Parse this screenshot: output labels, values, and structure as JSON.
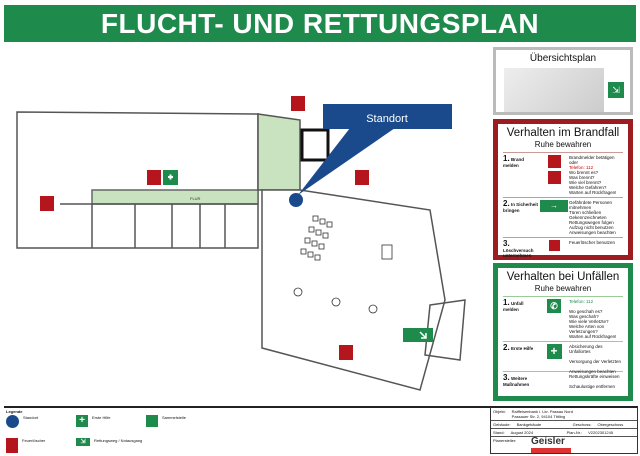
{
  "title": "FLUCHT- UND RETTUNGSPLAN",
  "overview": {
    "title": "Übersichtsplan"
  },
  "standort_label": "Standort",
  "room_label_flur": "FLUR",
  "brandfall": {
    "title": "Verhalten im Brandfall",
    "subtitle": "Ruhe bewahren",
    "steps": [
      {
        "num": "1.",
        "label": "Brand melden",
        "lines": [
          "Brandmelder betätigen oder",
          "Telefon: 112",
          "Wo brennt es?",
          "Was brennt?",
          "Wie viel brennt?",
          "Welche Gefahren?",
          "Warten auf Rückfragen!"
        ]
      },
      {
        "num": "2.",
        "label": "In Sicherheit bringen",
        "lines": [
          "Gefährdete Personen mitnehmen",
          "Türen schließen",
          "Gekennzeichneten Rettungswegen folgen",
          "Aufzug nicht benutzen",
          "Anweisungen beachten"
        ]
      },
      {
        "num": "3.",
        "label": "Löschversuch unternehmen",
        "lines": [
          "Feuerlöscher benutzen"
        ]
      }
    ]
  },
  "unfaelle": {
    "title": "Verhalten bei Unfällen",
    "subtitle": "Ruhe bewahren",
    "steps": [
      {
        "num": "1.",
        "label": "Unfall melden",
        "lines": [
          "Telefon: 112",
          "Wo geschah es?",
          "Was geschah?",
          "Wie viele Verletzte?",
          "Welche Arten von Verletzungen?",
          "Warten auf Rückfragen!"
        ]
      },
      {
        "num": "2.",
        "label": "Erste Hilfe",
        "lines": [
          "Absicherung des Unfallortes",
          "Versorgung der Verletzten",
          "Anweisungen beachten"
        ]
      },
      {
        "num": "3.",
        "label": "Weitere Maßnahmen",
        "lines": [
          "Rettungskräfte einweisen",
          "Schaulustige entfernen"
        ]
      }
    ]
  },
  "legend": {
    "title": "Legende",
    "items": [
      "Standort",
      "Erste Hilfe",
      "Sammelstelle",
      "Feuerlöscher",
      "Rettungsweg / Notausgang"
    ]
  },
  "titleblock": {
    "objekt_label": "Objekt:",
    "objekt": "Raiffeisenbank i. Lkr. Passau Nord",
    "objekt2": "Passauer Str. 2, 94104 Tittling",
    "gebaeude_label": "Gebäude:",
    "gebaeude": "Bankgebäude",
    "geschoss_label": "Geschoss:",
    "geschoss": "Obergeschoss",
    "stand_label": "Stand:",
    "stand": "August 2024",
    "plan_label": "Plan-Nr.:",
    "plan": "V2202301245",
    "ersteller_label": "Planersteller:",
    "logo": "Geisler"
  },
  "colors": {
    "green": "#1e8a4c",
    "red": "#b5151d",
    "blue": "#1a4a8c"
  }
}
